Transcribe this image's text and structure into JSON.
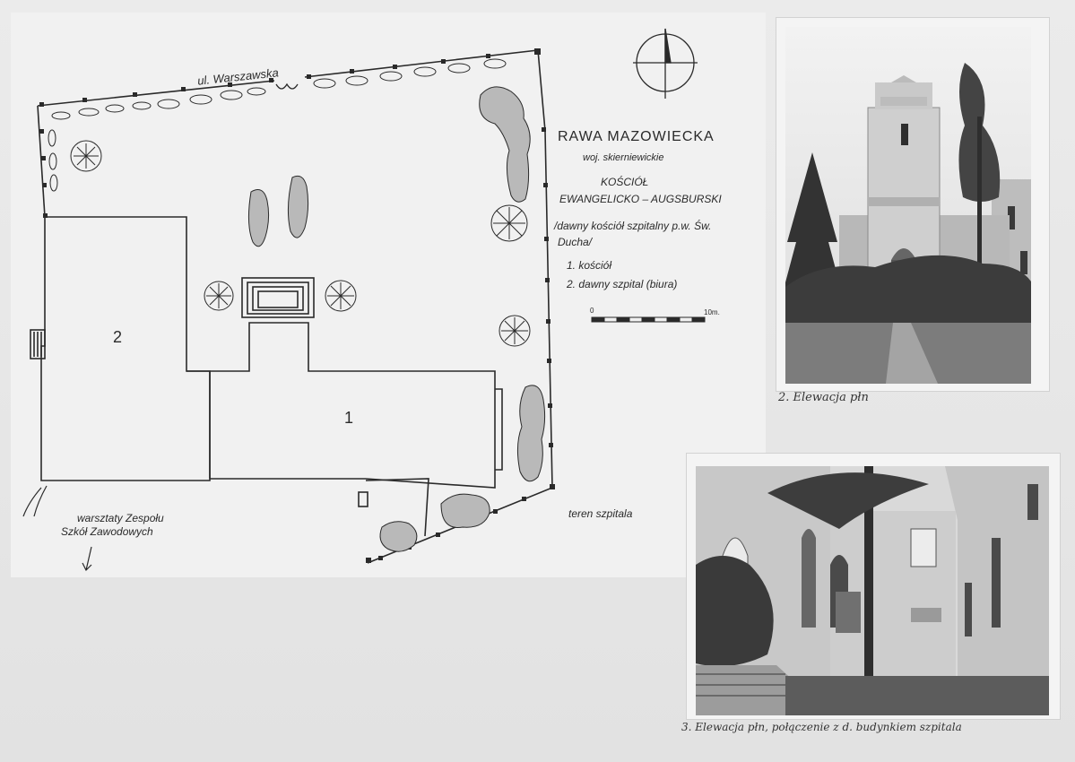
{
  "plan": {
    "street": "ul. Warszawska",
    "town": "RAWA MAZOWIECKA",
    "voivodeship": "woj. skierniewickie",
    "church_title_1": "KOŚCIÓŁ",
    "church_title_2": "EWANGELICKO – AUGSBURSKI",
    "former_1": "/dawny kościół szpitalny p.w.  Św.",
    "former_2": "Ducha/",
    "legend": [
      "1. kościół",
      "2. dawny szpital (biura)"
    ],
    "building_numbers": [
      "1",
      "2"
    ],
    "scale_start": "0",
    "scale_end": "10m.",
    "workshops_1": "warsztaty Zespołu",
    "workshops_2": "Szkół Zawodowych",
    "hospital_area": "teren szpitala"
  },
  "photos": {
    "caption_2": "2. Elewacja płn",
    "caption_3": "3. Elewacja płn, połączenie z d. budynkiem szpitala"
  },
  "colors": {
    "paper": "#f1f1f1",
    "ink": "#2a2a2a",
    "background": "#e7e7e7"
  }
}
